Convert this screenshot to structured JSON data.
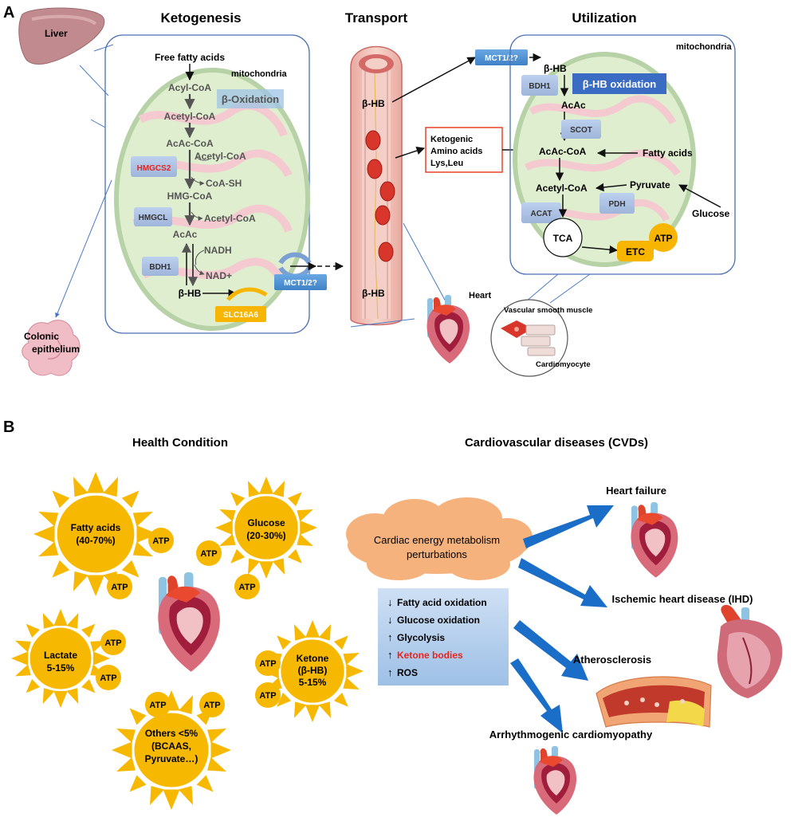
{
  "panel_a": {
    "label": "A",
    "headers": {
      "ketogenesis": "Ketogenesis",
      "transport": "Transport",
      "utilization": "Utilization"
    },
    "liver": "Liver",
    "colonic": [
      "Colonic",
      "epithelium"
    ],
    "keto": {
      "mito": "mitochondria",
      "ffa": "Free fatty acids",
      "acyl": "Acyl-CoA",
      "beta_ox": "β-Oxidation",
      "acetyl1": "Acetyl-CoA",
      "acac_coa": "AcAc-CoA",
      "acetyl_side1": "Acetyl-CoA",
      "hmgcs2": "HMGCS2",
      "coash": "CoA-SH",
      "hmg": "HMG-CoA",
      "hmgcl": "HMGCL",
      "acetyl_side2": "Acetyl-CoA",
      "acac": "AcAc",
      "nadh": "NADH",
      "bdh1": "BDH1",
      "nad": "NAD+",
      "bhb": "β-HB",
      "slc": "SLC16A6",
      "mct": "MCT1/2?"
    },
    "transport": {
      "bhb_top": "β-HB",
      "bhb_bottom": "β-HB"
    },
    "ketogenic": [
      "Ketogenic",
      "Amino acids",
      "Lys,Leu"
    ],
    "heart": "Heart",
    "vsm": "Vascular smooth muscle",
    "cardio": "Cardiomyocyte",
    "util": {
      "mct": "MCT1/2?",
      "mito": "mitochondria",
      "bhb": "β-HB",
      "bdh1": "BDH1",
      "bhb_ox": "β-HB oxidation",
      "acac": "AcAc",
      "scot": "SCOT",
      "acac_coa": "AcAc-CoA",
      "fatty": "Fatty acids",
      "acetyl": "Acetyl-CoA",
      "pyruvate": "Pyruvate",
      "pdh": "PDH",
      "acat": "ACAT",
      "glucose": "Glucose",
      "tca": "TCA",
      "etc": "ETC",
      "atp": "ATP"
    }
  },
  "panel_b": {
    "label": "B",
    "health_title": "Health Condition",
    "cvd_title": "Cardiovascular diseases (CVDs)",
    "suns": {
      "fatty": [
        "Fatty acids",
        "(40-70%)"
      ],
      "glucose": [
        "Glucose",
        "(20-30%)"
      ],
      "lactate": [
        "Lactate",
        "5-15%"
      ],
      "ketone": [
        "Ketone",
        "(β-HB)",
        "5-15%"
      ],
      "others": [
        "Others <5%",
        "(BCAAS,",
        "Pyruvate…)"
      ]
    },
    "atp": "ATP",
    "cloud": [
      "Cardiac energy metabolism",
      "perturbations"
    ],
    "changes": [
      {
        "arrow": "↓",
        "text": "Fatty acid oxidation",
        "color": "#000000"
      },
      {
        "arrow": "↓",
        "text": "Glucose oxidation",
        "color": "#000000"
      },
      {
        "arrow": "↑",
        "text": "Glycolysis",
        "color": "#000000"
      },
      {
        "arrow": "↑",
        "text": "Ketone bodies",
        "color": "#e8241c"
      },
      {
        "arrow": "↑",
        "text": "ROS",
        "color": "#000000"
      }
    ],
    "outcomes": {
      "hf": "Heart failure",
      "ihd": "Ischemic heart disease (IHD)",
      "athero": "Atherosclerosis",
      "arrhythmo": "Arrhythmogenic cardiomyopathy"
    }
  },
  "colors": {
    "sun": "#f6b800",
    "enzyme_box": "#a9bfe0",
    "mct_box": "#4f94d4",
    "slc": "#f7b500",
    "highlight_red": "#e8241c",
    "arrow_blue": "#1a6ec8",
    "cloud": "#f5b27d",
    "mito_fill": "#dfeecf"
  }
}
